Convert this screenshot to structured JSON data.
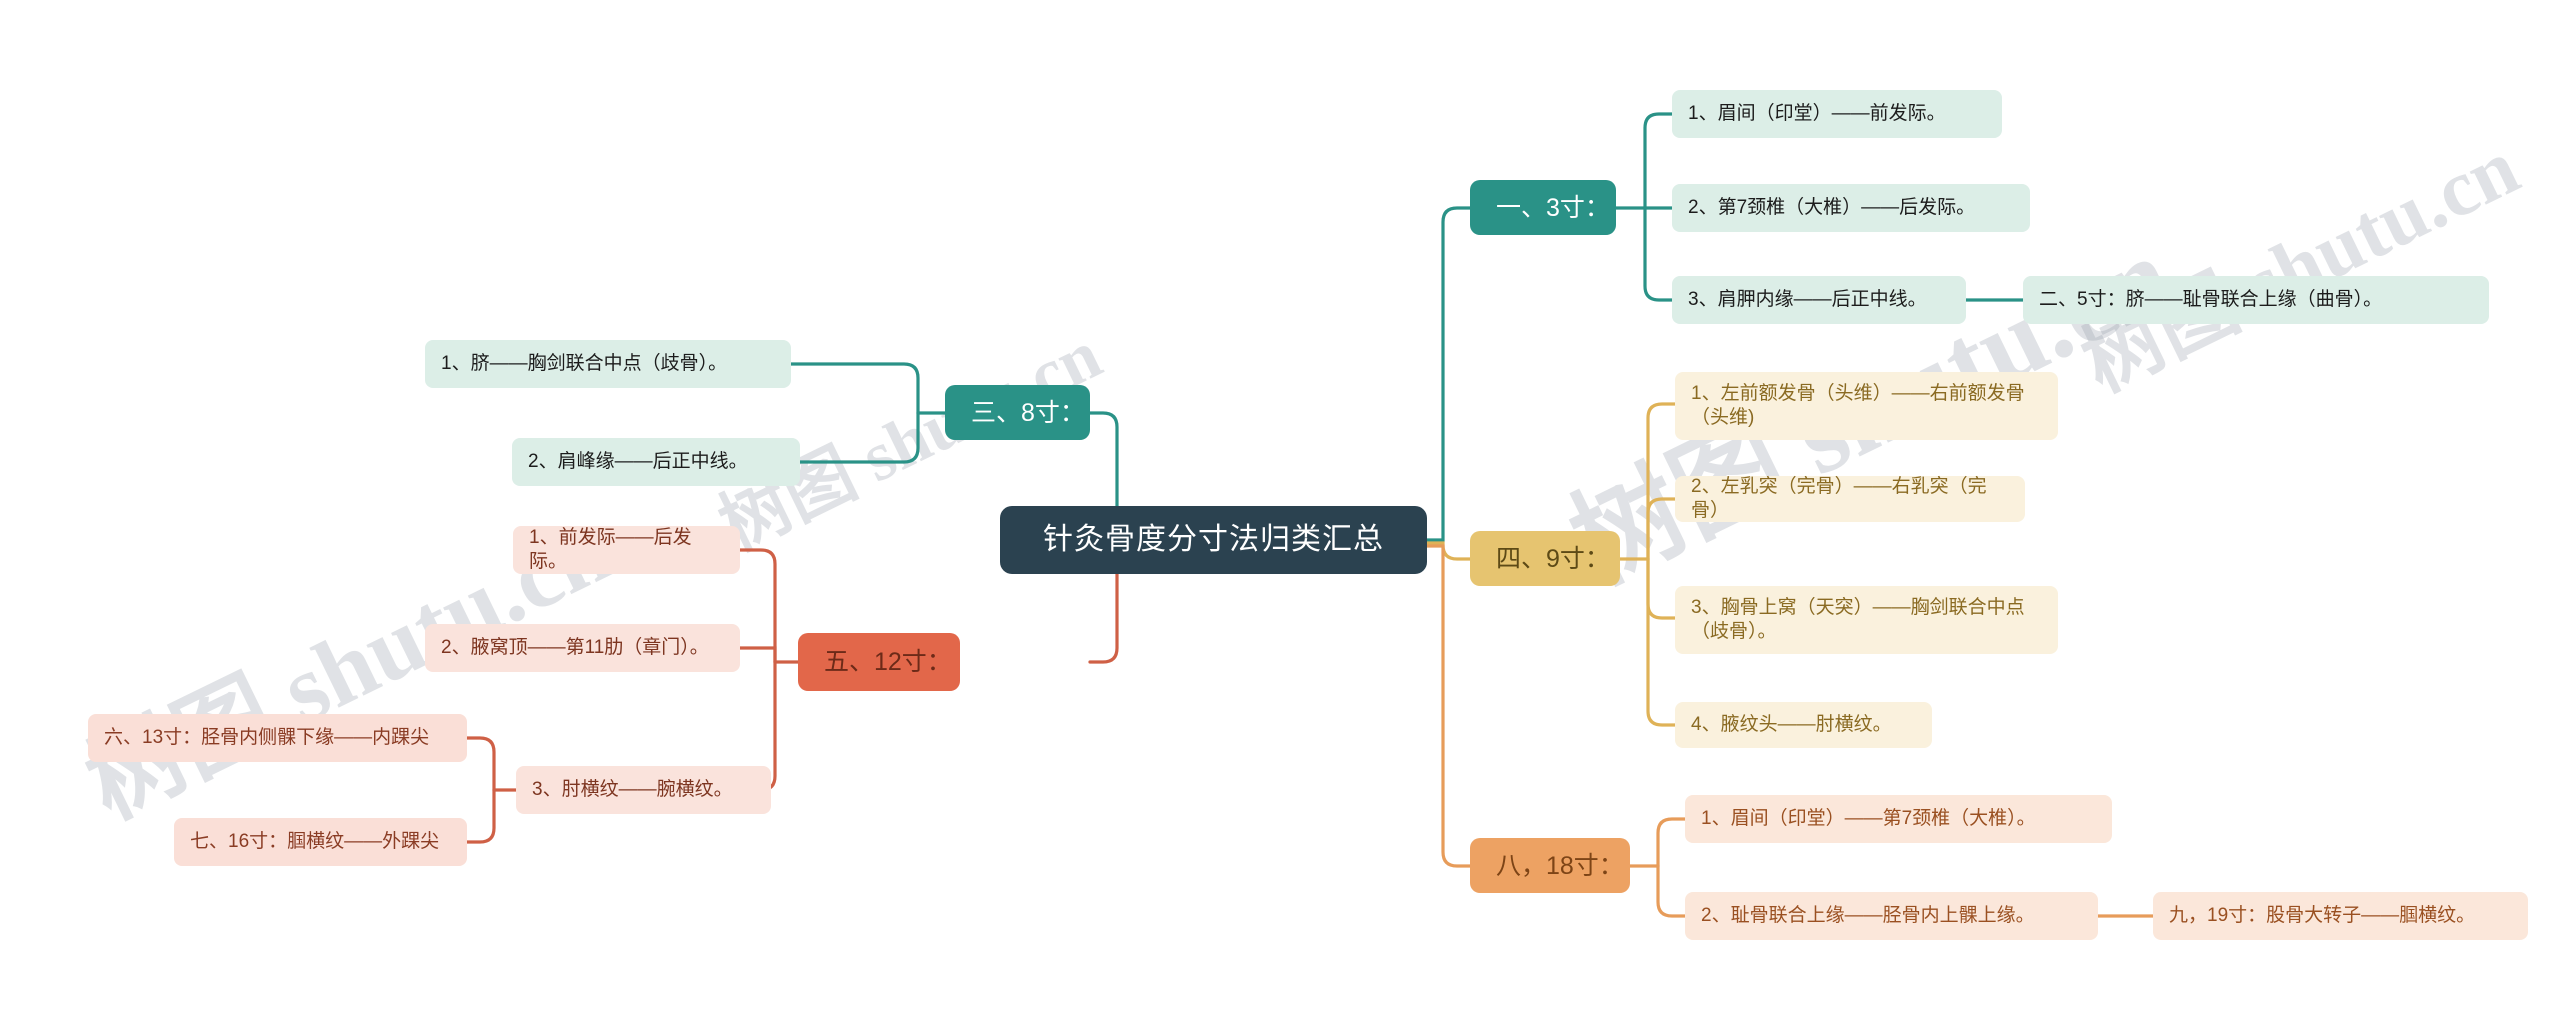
{
  "title": "针灸骨度分寸法归类汇总",
  "watermark": {
    "text": "树图 shutu.cn"
  },
  "colors": {
    "root_bg": "#2b4250",
    "teal": "#2a9287",
    "teal_light": "#dceee7",
    "yellow": "#e6c470",
    "yellow_light": "#faf1dd",
    "orange": "#eda263",
    "orange_light": "#fbe7da",
    "red": "#e2674a",
    "red_light": "#fae3dc",
    "pink_light": "#fadfd7"
  },
  "root": {
    "label": "针灸骨度分寸法归类汇总"
  },
  "branches": {
    "cun3": {
      "label": "一、3寸：",
      "children": [
        {
          "label": "1、眉间（印堂）——前发际。"
        },
        {
          "label": "2、第7颈椎（大椎）——后发际。"
        },
        {
          "label": "3、肩胛内缘——后正中线。",
          "child": {
            "label": "二、5寸：脐——耻骨联合上缘（曲骨）。"
          }
        }
      ]
    },
    "cun9": {
      "label": "四、9寸：",
      "children": [
        {
          "label": "1、左前额发骨（头维）——右前额发骨（头维)"
        },
        {
          "label": "2、左乳突（完骨）——右乳突（完骨）"
        },
        {
          "label": "3、胸骨上窝（天突）——胸剑联合中点（歧骨）。"
        },
        {
          "label": "4、腋纹头——肘横纹。"
        }
      ]
    },
    "cun18": {
      "label": "八，18寸：",
      "children": [
        {
          "label": "1、眉间（印堂）——第7颈椎（大椎）。"
        },
        {
          "label": "2、耻骨联合上缘——胫骨内上髁上缘。",
          "child": {
            "label": "九，19寸：股骨大转子——腘横纹。"
          }
        }
      ]
    },
    "cun8": {
      "label": "三、8寸：",
      "children": [
        {
          "label": "1、脐——胸剑联合中点（歧骨）。"
        },
        {
          "label": "2、肩峰缘——后正中线。"
        }
      ]
    },
    "cun12": {
      "label": "五、12寸：",
      "children": [
        {
          "label": "1、前发际——后发际。"
        },
        {
          "label": "2、腋窝顶——第11肋（章门）。"
        },
        {
          "label": "3、肘横纹——腕横纹。",
          "children": [
            {
              "label": "六、13寸：胫骨内侧髁下缘——内踝尖"
            },
            {
              "label": "七、16寸：腘横纹——外踝尖"
            }
          ]
        }
      ]
    }
  }
}
